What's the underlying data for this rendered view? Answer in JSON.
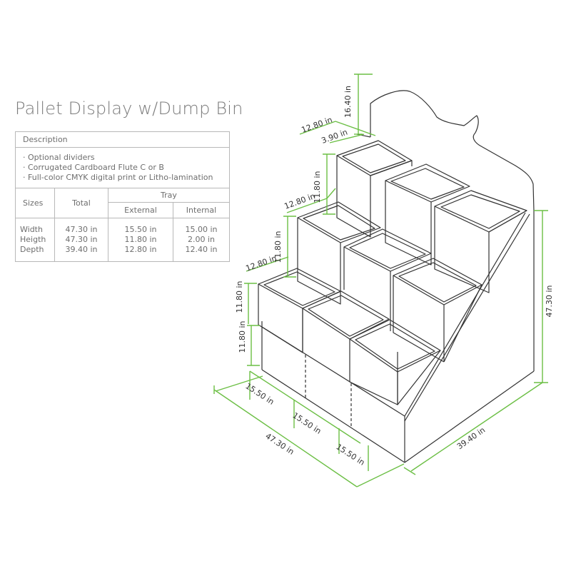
{
  "title": "Pallet Display w/Dump Bin",
  "spec_table": {
    "description_header": "Description",
    "features": [
      "· Optional dividers",
      "· Corrugated Cardboard Flute C or B",
      "· Full-color CMYK digital print or Litho-lamination"
    ],
    "sizes_header": "Sizes",
    "total_header": "Total",
    "tray_header": "Tray",
    "external_header": "External",
    "internal_header": "Internal",
    "row_labels": [
      "Width",
      "Heigth",
      "Depth"
    ],
    "total_values": [
      "47.30 in",
      "47.30 in",
      "39.40 in"
    ],
    "external_values": [
      "15.50 in",
      "11.80 in",
      "12.80 in"
    ],
    "internal_values": [
      "15.00 in",
      "2.00 in",
      "12.40 in"
    ]
  },
  "dimensions": {
    "header_height": "16.40 in",
    "top_depth": "12.80 in",
    "header_depth": "3.90 in",
    "tier3_height": "11.80 in",
    "tier2_depth": "12.80 in",
    "tier2_height": "11.80 in",
    "tier1_depth": "12.80 in",
    "tier1_height": "11.80 in",
    "base_height": "11.80 in",
    "total_height": "47.30 in",
    "total_depth": "39.40 in",
    "bin_width_1": "15.50  in",
    "bin_width_2": "15.50  in",
    "bin_width_3": "15.50  in",
    "total_width": "47.30 in"
  },
  "colors": {
    "dimension_line": "#6cbf45",
    "outline": "#333333",
    "table_border": "#b8b8b8"
  }
}
